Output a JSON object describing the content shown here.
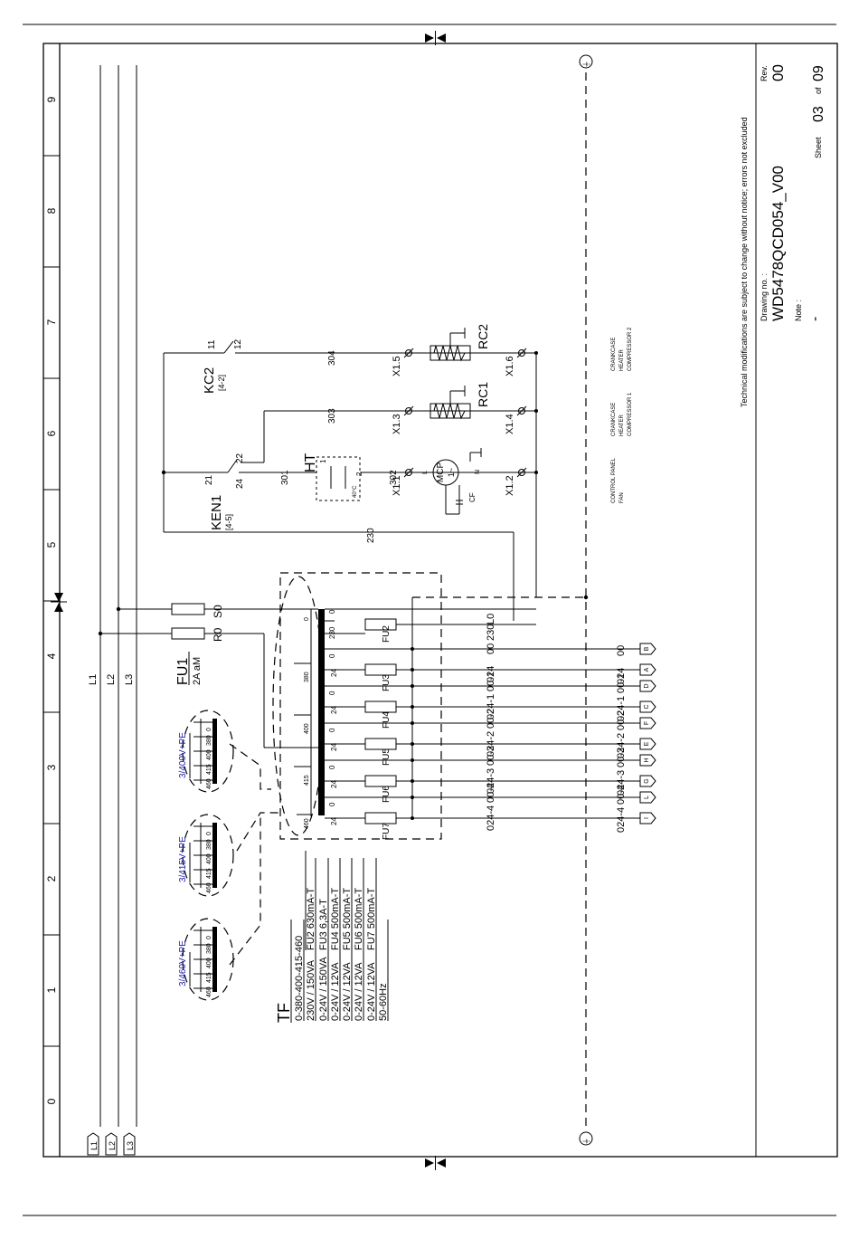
{
  "sheet": {
    "drawing_no_label": "Drawing no. :",
    "drawing_no": "WD5478QCD054_V00",
    "rev_label": "Rev.",
    "rev": "00",
    "note_label": "Note :",
    "note": "-",
    "sheet_label": "Sheet",
    "sheet_no": "03",
    "of_label": "of",
    "sheet_total": "09",
    "disclaimer": "Technical modifications are subject to change without notice; errors not excluded"
  },
  "grid": {
    "columns": [
      "0",
      "1",
      "2",
      "3",
      "4",
      "5",
      "6",
      "7",
      "8",
      "9"
    ]
  },
  "lines": {
    "l1": "L1",
    "l2": "L2",
    "l3": "L3"
  },
  "fuse_main": {
    "tag": "FU1",
    "rating": "2A aM",
    "r0": "R0",
    "s0": "S0"
  },
  "transformer": {
    "tag": "TF",
    "specs": [
      {
        "left": "0-380-400-415-460",
        "right": ""
      },
      {
        "left": "230V / 150VA",
        "right": "FU2 630mA-T"
      },
      {
        "left": "0-24V / 150VA",
        "right": "FU3 6,3A-T"
      },
      {
        "left": "0-24V / 12VA",
        "right": "FU4 500mA-T"
      },
      {
        "left": "0-24V / 12VA",
        "right": "FU5 500mA-T"
      },
      {
        "left": "0-24V / 12VA",
        "right": "FU6 500mA-T"
      },
      {
        "left": "0-24V / 12VA",
        "right": "FU7 500mA-T"
      },
      {
        "left": "50-60Hz",
        "right": ""
      }
    ],
    "taps": [
      "0",
      "380",
      "400",
      "415",
      "460"
    ],
    "sec_zero": "0",
    "sec_24": "24",
    "sec_230": "230"
  },
  "supply_options": [
    "3/400V+PE",
    "3/415V+PE",
    "3/460V+PE"
  ],
  "outputs": [
    {
      "fuse": "FU2",
      "a": "L0",
      "b": "230",
      "tag": ""
    },
    {
      "fuse": "FU3",
      "a": "00",
      "b": "024",
      "tag_a": "B",
      "tag_b": "A"
    },
    {
      "fuse": "FU4",
      "a": "00-1",
      "b": "024-1",
      "tag_a": "D",
      "tag_b": "C"
    },
    {
      "fuse": "FU5",
      "a": "00-2",
      "b": "024-2",
      "tag_a": "F",
      "tag_b": "E"
    },
    {
      "fuse": "FU6",
      "a": "00-3",
      "b": "024-3",
      "tag_a": "H",
      "tag_b": "G"
    },
    {
      "fuse": "FU7",
      "a": "00-4",
      "b": "024-4",
      "tag_a": "L",
      "tag_b": "I"
    }
  ],
  "control": {
    "wire_230": "230",
    "ken_tag": "KEN1",
    "ken_ref": "[4-5]",
    "ken_21": "21",
    "ken_22": "22",
    "ken_24": "24",
    "kc2_tag": "KC2",
    "kc2_ref": "[4-2]",
    "kc2_11": "11",
    "kc2_12": "12",
    "ht_tag": "HT",
    "ht_1": "1",
    "ht_2": "2",
    "ht_temp": "40°C",
    "w301": "301",
    "w302": "302",
    "w303": "303",
    "w304": "304",
    "x11": "X1.1",
    "x12": "X1.2",
    "x13": "X1.3",
    "x14": "X1.4",
    "x15": "X1.5",
    "x16": "X1.6",
    "mcp": "MCP",
    "mcp_ph": "1~",
    "cf": "CF",
    "mcp_l": "L",
    "mcp_n": "N",
    "rc1": "RC1",
    "rc2": "RC2",
    "lbl_fan": [
      "CONTROL PANEL",
      "FAN"
    ],
    "lbl_rc1": [
      "CRANKCASE",
      "HEATER",
      "COMPRESSOR 1"
    ],
    "lbl_rc2": [
      "CRANKCASE",
      "HEATER",
      "COMPRESSOR 2"
    ]
  }
}
